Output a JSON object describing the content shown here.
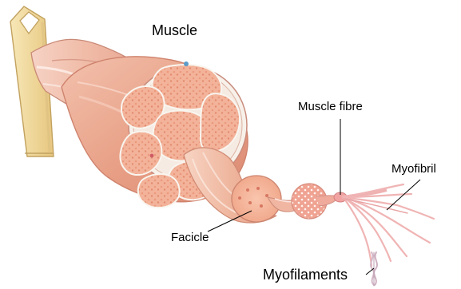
{
  "labels": {
    "muscle": "Muscle",
    "muscle_fibre": "Muscle fibre",
    "myofibril": "Myofibril",
    "facicle": "Facicle",
    "myofilaments": "Myofilaments"
  },
  "icons": {
    "bone": "bone-icon",
    "muscle_bundle": "muscle-bundle-icon",
    "fascicle": "fascicle-icon",
    "muscle_fibre": "muscle-fibre-icon",
    "myofibril": "myofibril-icon",
    "myofilaments": "myofilaments-icon"
  },
  "colors": {
    "bone": "#efd79b",
    "tendon": "#f0bca8",
    "muscle_tissue": "#e79e84",
    "fascicle_fill": "#f3b9a0",
    "connective_tissue": "#f6eee7",
    "leader_lines": "#000000"
  }
}
